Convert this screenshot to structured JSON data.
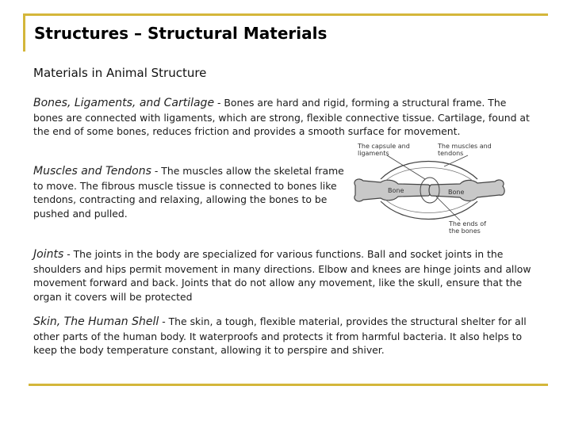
{
  "title": "Structures – Structural Materials",
  "subtitle": "Materials in Animal Structure",
  "sections": [
    {
      "term": "Bones, Ligaments, and Cartilage",
      "text": " - Bones are hard and rigid, forming a structural frame.  The bones are connected with ligaments, which are strong, flexible connective tissue.  Cartilage, found at the end of some bones, reduces friction and provides a smooth surface for movement."
    },
    {
      "term": "Muscles and Tendons",
      "text": " - The muscles allow the skeletal frame to move.  The fibrous muscle tissue is connected to bones like tendons, contracting and relaxing, allowing the bones to be pushed and pulled."
    },
    {
      "term": "Joints",
      "text": " - The joints in the body are specialized for various functions.  Ball and socket joints in the shoulders and hips permit movement in many directions.  Elbow and knees are hinge joints and allow movement forward and back.  Joints that do not allow any movement, like the skull, ensure that the organ it covers will be protected"
    },
    {
      "term": "Skin, The Human Shell",
      "text": " - The skin, a tough, flexible material, provides the structural shelter for all other parts of the human body.  It waterproofs and protects it from harmful bacteria.  It also helps to keep the body temperature constant, allowing it to perspire and shiver."
    }
  ],
  "figure": {
    "label_capsule": "The capsule and ligaments",
    "label_muscles": "The muscles and tendons",
    "label_bone_left": "Bone",
    "label_bone_right": "Bone",
    "label_ends": "The ends of the bones"
  },
  "colors": {
    "frame_accent": "#d4b63a",
    "figure_fill": "#c8c8c8",
    "figure_stroke": "#444444"
  }
}
